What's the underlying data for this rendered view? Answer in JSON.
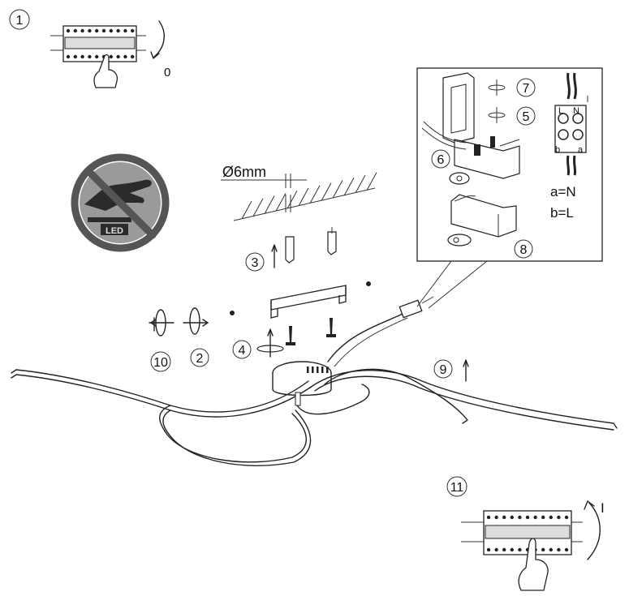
{
  "steps": {
    "s1": "1",
    "s2": "2",
    "s3": "3",
    "s4": "4",
    "s5": "5",
    "s6": "6",
    "s7": "7",
    "s8": "8",
    "s9": "9",
    "s10": "10",
    "s11": "11"
  },
  "switch_states": {
    "off": "0",
    "on": "I"
  },
  "drill_label": "Ø6mm",
  "led_badge": "LED",
  "terminal": {
    "L": "L",
    "N": "N",
    "a": "a",
    "b": "b"
  },
  "wiring_legend": {
    "a": "a=N",
    "b": "b=L"
  },
  "icons": [
    "breaker-panel-icon",
    "hand-icon",
    "no-touch-led-icon",
    "drill-icon",
    "screw-icon",
    "dowel-icon",
    "terminal-block-icon",
    "driver-box-icon",
    "mounting-bracket-icon"
  ],
  "colors": {
    "ink": "#222222",
    "badge_fill": "#8a8a8a",
    "badge_dark": "#2b2b2b"
  }
}
